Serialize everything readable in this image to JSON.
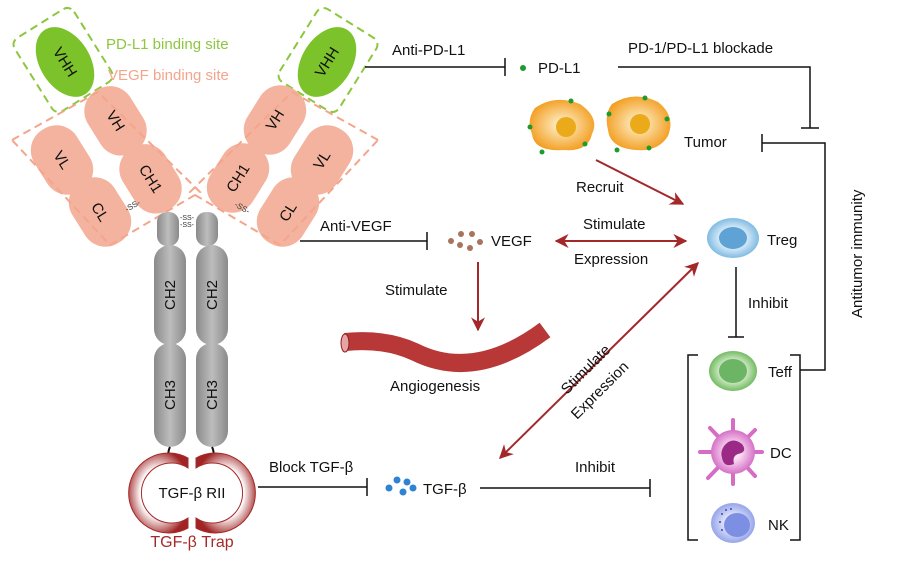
{
  "antibody": {
    "pdl1_site_label": "PD-L1 binding site",
    "vegf_site_label": "VEGF binding site",
    "domains": {
      "vhh": "VHH",
      "vh": "VH",
      "vl": "VL",
      "ch1": "CH1",
      "cl": "CL",
      "ch2": "CH2",
      "ch3": "CH3",
      "ss": "-SS-",
      "trap_receptor": "TGF-β RII"
    },
    "trap_label": "TGF-β Trap"
  },
  "pathway": {
    "anti_pdl1": "Anti-PD-L1",
    "pdl1": "PD-L1",
    "blockade": "PD-1/PD-L1 blockade",
    "tumor": "Tumor",
    "recruit": "Recruit",
    "anti_vegf": "Anti-VEGF",
    "vegf": "VEGF",
    "stimulate": "Stimulate",
    "expression": "Expression",
    "stimulate_down": "Stimulate",
    "angiogenesis": "Angiogenesis",
    "treg": "Treg",
    "inhibit_treg": "Inhibit",
    "teff": "Teff",
    "dc": "DC",
    "nk": "NK",
    "diag_stimulate": "Stimulate",
    "diag_expression": "Expression",
    "block_tgfb": "Block TGF-β",
    "tgfb": "TGF-β",
    "inhibit_tgfb": "Inhibit",
    "antitumor": "Antitumor immunity"
  },
  "colors": {
    "vhh_green": "#7cc22a",
    "domain_salmon": "#f4b39e",
    "fc_gray": "#9a9a9a",
    "trap_red": "#a52a2a",
    "arrow_red": "#a3282a",
    "tumor_orange": "#f0a426",
    "treg_blue": "#7db9e0",
    "teff_green": "#67b956",
    "dc_magenta": "#d66cc4",
    "nk_blue": "#8b9ee8"
  }
}
